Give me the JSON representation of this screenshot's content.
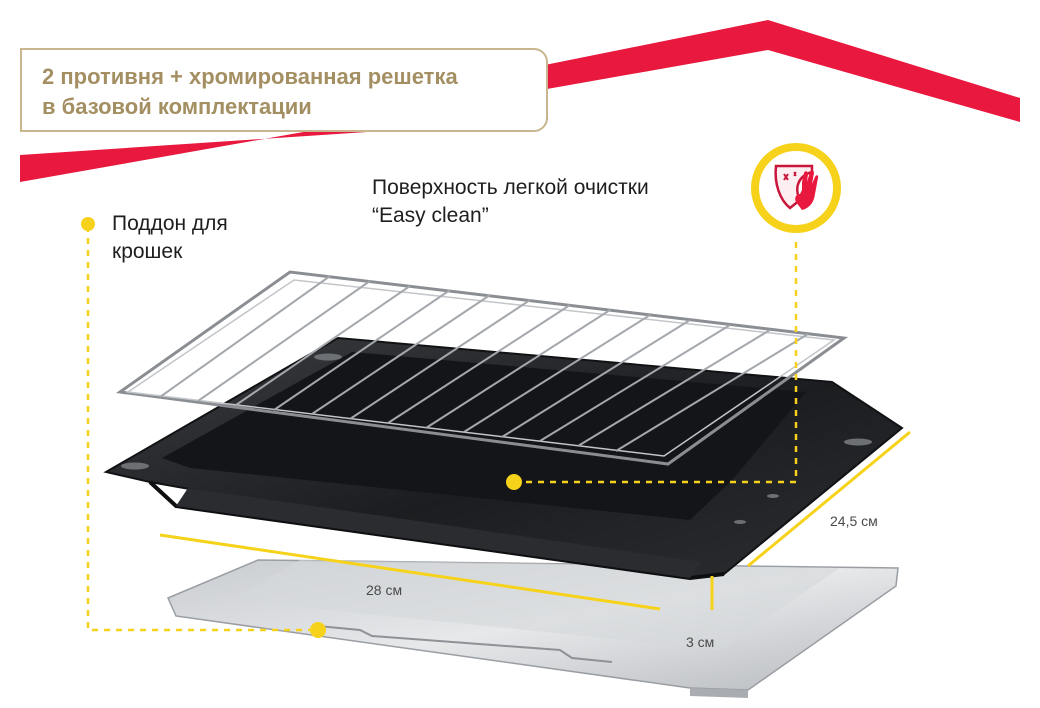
{
  "banner": {
    "line1": "2 противня + хромированная решетка",
    "line2": "в базовой комплектации"
  },
  "labels": {
    "crumb_tray_line1": "Поддон для",
    "crumb_tray_line2": "крошек",
    "easy_clean_line1": "Поверхность легкой очистки",
    "easy_clean_line2": "“Easy clean”"
  },
  "dimensions": {
    "width": "28 см",
    "depth": "24,5 см",
    "height": "3 см"
  },
  "icons": {
    "easy_clean": "wiping-glove-icon"
  },
  "colors": {
    "accent_red": "#e8183e",
    "accent_yellow": "#f6d21b",
    "banner_text": "#a48f63",
    "banner_border": "#c9b68f"
  }
}
